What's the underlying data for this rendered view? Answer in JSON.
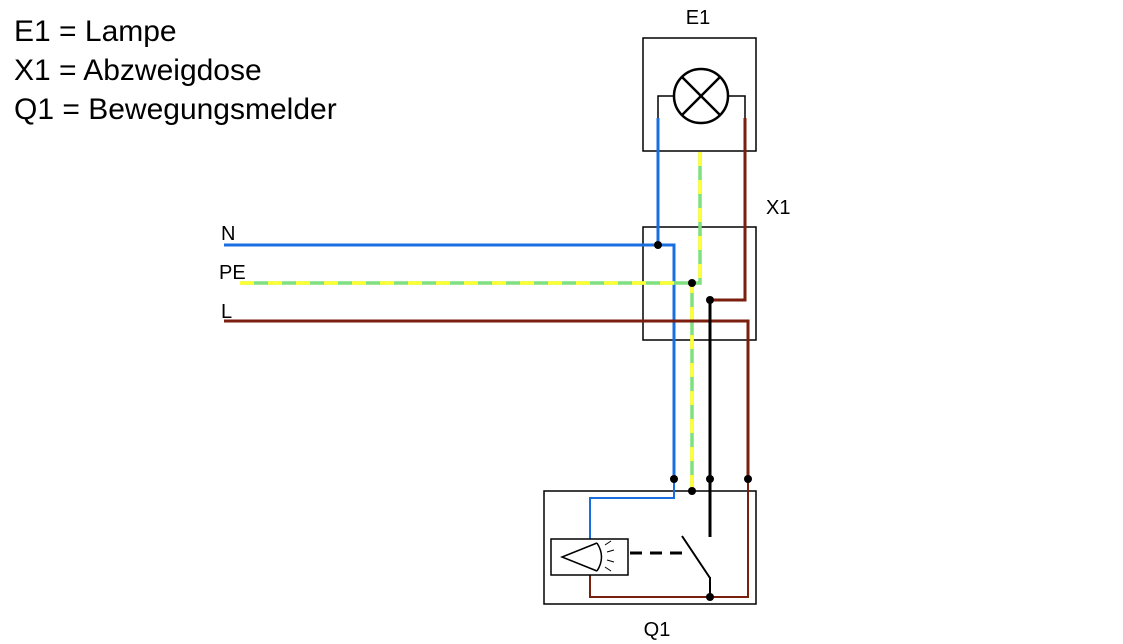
{
  "legend": [
    "E1 = Lampe",
    "X1 = Abzweigdose",
    "Q1 = Bewegungsmelder"
  ],
  "labels": {
    "lamp": "E1",
    "junction_box": "X1",
    "motion_detector": "Q1",
    "neutral": "N",
    "protective_earth": "PE",
    "line": "L"
  },
  "colors": {
    "neutral": "#1a6fe0",
    "earth_yellow": "#ffff33",
    "earth_green": "#7ee07e",
    "line": "#7a1e0e",
    "switched": "#000000",
    "outline": "#000000"
  }
}
